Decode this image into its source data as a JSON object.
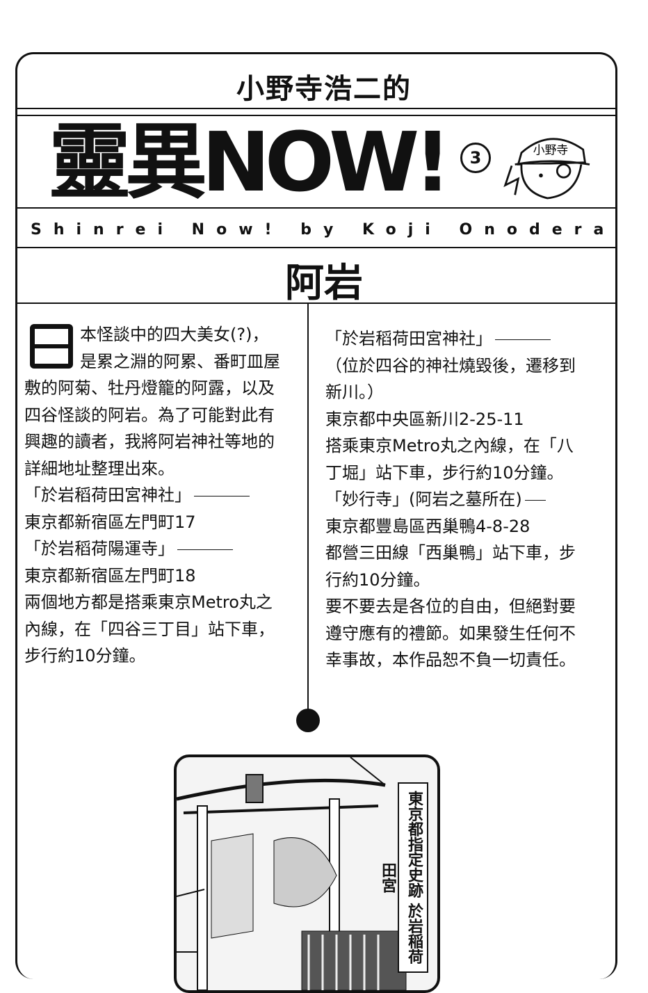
{
  "header": {
    "author_line": "小野寺浩二的",
    "title": "靈異NOW!",
    "volume": "3",
    "subtitle": "Shinrei Now! by Koji Onodera",
    "mascot_cap_text": "小野寺"
  },
  "section_heading": "阿岩",
  "left_column": {
    "drop_cap": "日",
    "lines": [
      "本怪談中的四大美女(?)，",
      "是累之淵的阿累、番町皿屋",
      "敷的阿菊、牡丹燈籠的阿露，以及",
      "四谷怪談的阿岩。為了可能對此有",
      "興趣的讀者，我將阿岩神社等地的",
      "詳細地址整理出來。",
      "「於岩稻荷田宮神社」",
      "東京都新宿區左門町17",
      "「於岩稻荷陽運寺」",
      "東京都新宿區左門町18",
      "兩個地方都是搭乘東京Metro丸之",
      "內線，在「四谷三丁目」站下車，",
      "步行約10分鐘。"
    ]
  },
  "right_column": {
    "lines": [
      "「於岩稻荷田宮神社」",
      "（位於四谷的神社燒毀後，遷移到",
      "新川。）",
      "東京都中央區新川2-25-11",
      "搭乘東京Metro丸之內線，在「八",
      "丁堀」站下車，步行約10分鐘。",
      "「妙行寺」(阿岩之墓所在)",
      "東京都豐島區西巢鴨4-8-28",
      "都營三田線「西巢鴨」站下車，步",
      "行約10分鐘。",
      "要不要去是各位的自由，但絕對要",
      "遵守應有的禮節。如果發生任何不",
      "幸事故，本作品恕不負一切責任。"
    ]
  },
  "illustration": {
    "sign_text": "東京都指定史跡 於岩稲荷田宮"
  }
}
